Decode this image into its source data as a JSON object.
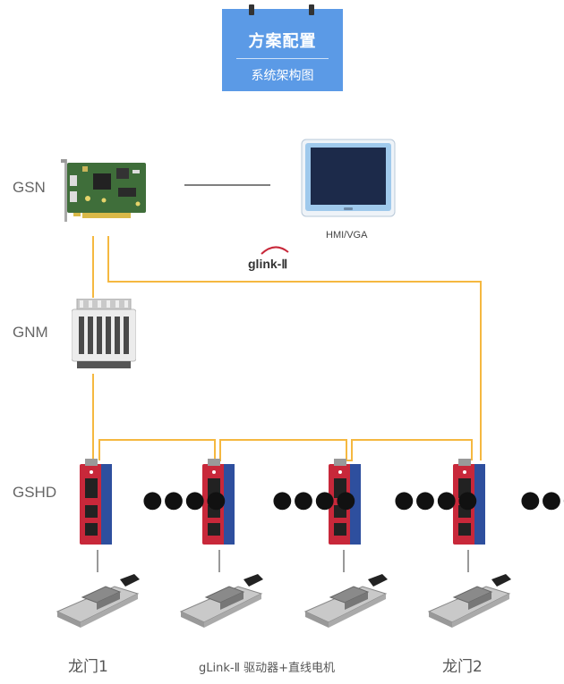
{
  "title_card": {
    "title": "方案配置",
    "subtitle": "系统架构图"
  },
  "row_labels": {
    "gsn": "GSN",
    "gnm": "GNM",
    "gshd": "GSHD"
  },
  "hmi": {
    "caption": "HMI/VGA"
  },
  "bus": {
    "brand": "glink-Ⅱ"
  },
  "ellipsis": "●●●●",
  "bottom_labels": {
    "left": "龙门1",
    "middle": "gLink-Ⅱ 驱动器+直线电机",
    "right": "龙门2"
  },
  "colors": {
    "title_card_bg": "#5b9ae6",
    "bus_line": "#f5b840",
    "drive_red": "#c8283a",
    "drive_blue": "#2e4f9e",
    "pcb_green": "#3f6e3a",
    "hmi_frame": "#9fc9ec",
    "hmi_screen": "#1c2a4a"
  },
  "icons": [
    "gsn-pcie-card-icon",
    "hmi-monitor-icon",
    "gnm-io-module-icon",
    "gshd-servo-drive-icon",
    "linear-motor-stage-icon"
  ]
}
